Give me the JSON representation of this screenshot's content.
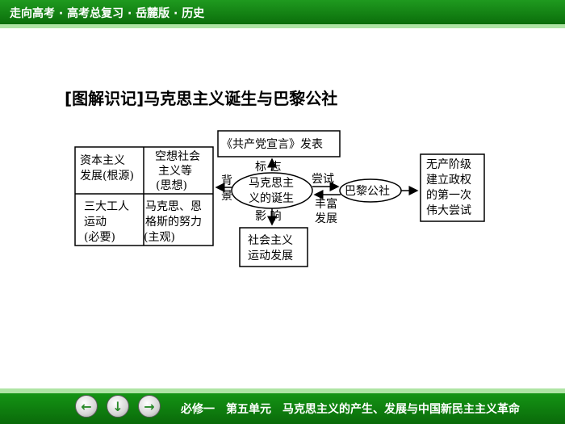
{
  "header": {
    "title": "走向高考 · 高考总复习 · 岳麓版 · 历史"
  },
  "slide": {
    "title": "[图解识记]马克思主义诞生与巴黎公社"
  },
  "diagram": {
    "table": {
      "cell_1_1": [
        "资本主义",
        "发展(根源)"
      ],
      "cell_1_2": [
        "空想社会",
        "主义等",
        "(思想)"
      ],
      "cell_2_1": [
        "三大工人",
        "运动",
        "(必要)"
      ],
      "cell_2_2": [
        "马克思、恩",
        "格斯的努力",
        "(主观)"
      ]
    },
    "manifesto": "《共产党宣言》发表",
    "label_mark": "标 志",
    "label_background": [
      "背",
      "景"
    ],
    "center": [
      "马克思主",
      "义的诞生"
    ],
    "label_influence": "影 响",
    "socialist": [
      "社会主义",
      "运动发展"
    ],
    "label_attempt": "尝试",
    "label_enrich": [
      "丰富",
      "发展"
    ],
    "commune": "巴黎公社",
    "result": [
      "无产阶级",
      "建立政权",
      "的第一次",
      "伟大尝试"
    ]
  },
  "footer": {
    "text": "必修一　第五单元　马克思主义的产生、发展与中国新民主主义革命",
    "nav": [
      "←",
      "↓",
      "→"
    ]
  }
}
